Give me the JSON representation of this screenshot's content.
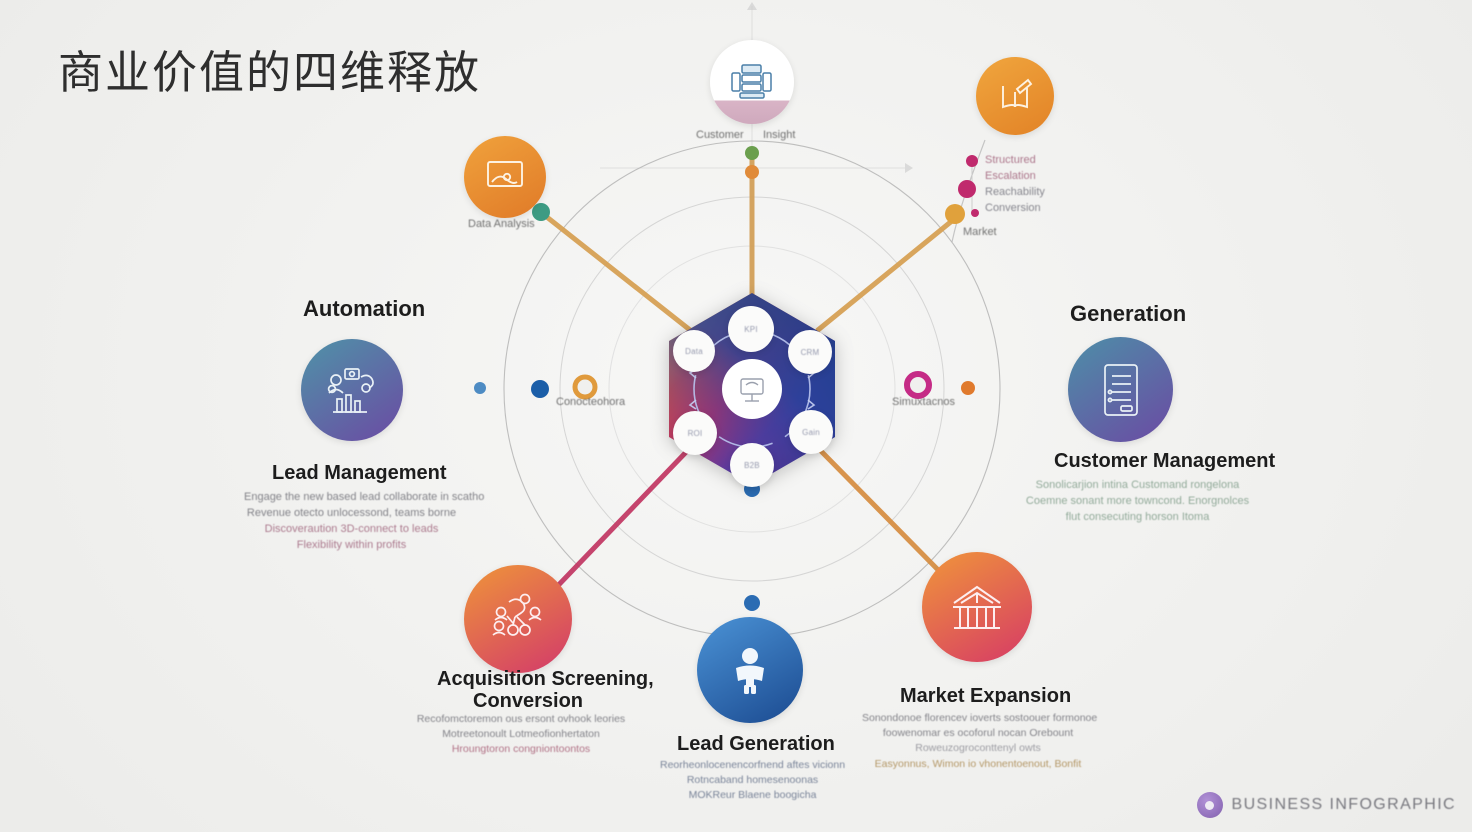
{
  "page": {
    "title": "商业价值的四维释放",
    "background_color": "#f1f1ef"
  },
  "center": {
    "hub_icon": "presentation-board-icon",
    "hex_gradient": [
      "#e8a33d",
      "#d64550",
      "#1e3f8f",
      "#6b3fa0"
    ],
    "nodes": [
      {
        "id": "top",
        "label": "KPI"
      },
      {
        "id": "upper-right",
        "label": "CRM"
      },
      {
        "id": "lower-right",
        "label": "Gain"
      },
      {
        "id": "bottom",
        "label": "B2B"
      },
      {
        "id": "lower-left",
        "label": "ROI"
      },
      {
        "id": "upper-left",
        "label": "Data"
      }
    ]
  },
  "satellites": [
    {
      "id": "top-node",
      "icon": "server-document-icon",
      "color": "#ffffff",
      "labels": [
        "Customer",
        "Insight"
      ]
    },
    {
      "id": "top-left-node",
      "icon": "monitor-screen-icon",
      "color": "#e8892e",
      "labels": [
        "Data Analysis"
      ]
    },
    {
      "id": "top-right-node",
      "icon": "book-pen-icon",
      "color": "#e8942e",
      "labels": [
        "Structured",
        "Escalation",
        "Reachability",
        "Conversion",
        "Market"
      ]
    }
  ],
  "quadrants": [
    {
      "id": "automation",
      "heading": "Automation",
      "subheading": "Lead Management",
      "icon": "team-chart-icon",
      "circle_gradient": [
        "#4d8fa6",
        "#6b4fa3"
      ],
      "body": [
        {
          "text": "Engage the new based lead collaborate in scatho",
          "color": "#6a6a72"
        },
        {
          "text": "Revenue otecto unlocessond, teams borne",
          "color": "#6a6a72"
        },
        {
          "text": "Discoveraution 3D-connect to leads",
          "color": "#9c5f78"
        },
        {
          "text": "Flexibility within profits",
          "color": "#9c5f78"
        }
      ]
    },
    {
      "id": "generation",
      "heading": "Generation",
      "subheading": "Customer Management",
      "icon": "checklist-document-icon",
      "circle_gradient": [
        "#4d8fa6",
        "#6b4fa3"
      ],
      "body": [
        {
          "text": "Sonolicarjion intina Customand rongelona",
          "color": "#7c9a86"
        },
        {
          "text": "Coemne sonant more towncond. Enorgnolces",
          "color": "#7c9a86"
        },
        {
          "text": "flut consecuting horson Itoma",
          "color": "#7c9a86"
        }
      ]
    },
    {
      "id": "acquisition",
      "heading": "Acquisition Screening,",
      "subheading": "Conversion",
      "icon": "network-people-icon",
      "circle_gradient": [
        "#ef8b37",
        "#d2396b"
      ],
      "body": [
        {
          "text": "Recofomctoremon ous ersont ovhook leories",
          "color": "#6b6b73"
        },
        {
          "text": "Motreetonoult Lotmeofionhertaton",
          "color": "#6b6b73"
        },
        {
          "text": "Hroungtoron congniontoontos",
          "color": "#a3566f"
        }
      ]
    },
    {
      "id": "lead-generation",
      "heading": "Lead Generation",
      "subheading": "",
      "icon": "presenter-person-icon",
      "circle_gradient": [
        "#3f86cb",
        "#1c4e94"
      ],
      "body": [
        {
          "text": "Reorheonlocenencorfnend aftes vicionn",
          "color": "#5f6c86"
        },
        {
          "text": "Rotncaband homesenoonas",
          "color": "#5f6c86"
        },
        {
          "text": "MOKReur Blaene boogicha",
          "color": "#5f6c86"
        }
      ]
    },
    {
      "id": "market-expansion",
      "heading": "Market Expansion",
      "subheading": "",
      "icon": "bank-building-icon",
      "circle_gradient": [
        "#ef8e38",
        "#d63a66"
      ],
      "body": [
        {
          "text": "Sonondonoe florencev ioverts sostoouer formonoe",
          "color": "#6b6b73"
        },
        {
          "text": "foowenomar es ocoforul nocan Orebount",
          "color": "#6b6b73"
        },
        {
          "text": "Roweuzogroconttenyl owts",
          "color": "#8a8a92"
        },
        {
          "text": "Easyonnus, Wimon io vhonentoenout, Bonfit",
          "color": "#a78449"
        }
      ]
    }
  ],
  "connectors": [
    {
      "id": "left-connector",
      "label": "Conocteohora",
      "color": "#e08b3a"
    },
    {
      "id": "right-connector",
      "label": "Simuxtacnos",
      "color": "#c52b86"
    }
  ],
  "watermark": {
    "logo": "business-infographic-logo",
    "text": "BUSINESS INFOGRAPHIC",
    "color": "#6d3fa8"
  }
}
